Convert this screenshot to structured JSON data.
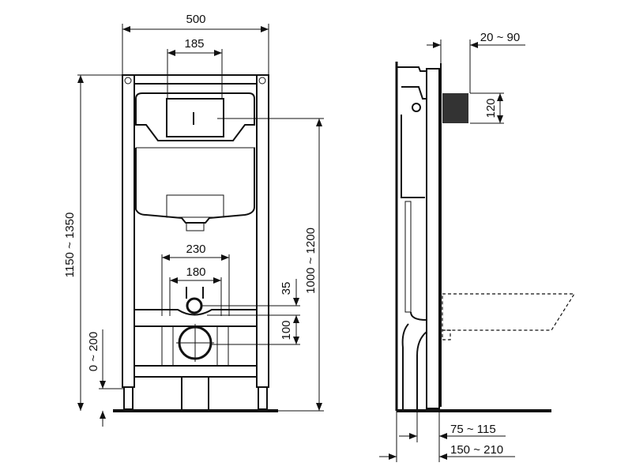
{
  "front_view": {
    "dimensions": {
      "frame_width": "500",
      "flush_plate_width": "185",
      "total_height": "1150 ~ 1350",
      "inlet_height": "1000 ~ 1200",
      "foot_adjust": "0 ~ 200",
      "fixing_outer": "230",
      "fixing_inner": "180",
      "offset_35": "35",
      "offset_100": "100"
    }
  },
  "side_view": {
    "dimensions": {
      "inlet_projection": "20 ~ 90",
      "inlet_length": "120",
      "drain_depth": "75 ~ 115",
      "frame_depth": "150 ~ 210"
    }
  }
}
